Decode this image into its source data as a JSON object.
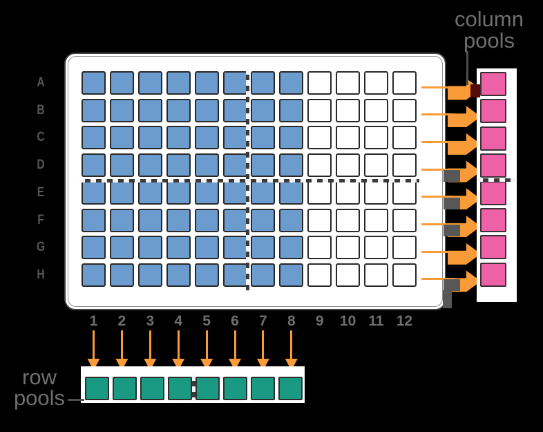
{
  "figure": {
    "background_color": "#000000",
    "labels": {
      "column_pools": {
        "line1": "column",
        "line2": "pools"
      },
      "row_pools": {
        "line1": "row",
        "line2": "pools"
      }
    },
    "plate": {
      "row_labels": [
        "A",
        "B",
        "C",
        "D",
        "E",
        "F",
        "G",
        "H"
      ],
      "column_labels": [
        "1",
        "2",
        "3",
        "4",
        "5",
        "6",
        "7",
        "8",
        "9",
        "10",
        "11",
        "12"
      ],
      "sample_columns": 8,
      "sample_well_color": "#6c9bce",
      "empty_well_color": "#ffffff"
    },
    "column_pools": {
      "count": 8,
      "color": "#ed61a6"
    },
    "row_pools": {
      "count": 8,
      "color": "#1a9a82"
    },
    "colors": {
      "arrow": "#f89b38",
      "label_text": "#6f6f6f",
      "row_letter": "#575757",
      "column_number": "#6f6f6f",
      "dash_light": "#f5f5f5",
      "dash_dark": "#3a3a3a"
    }
  }
}
